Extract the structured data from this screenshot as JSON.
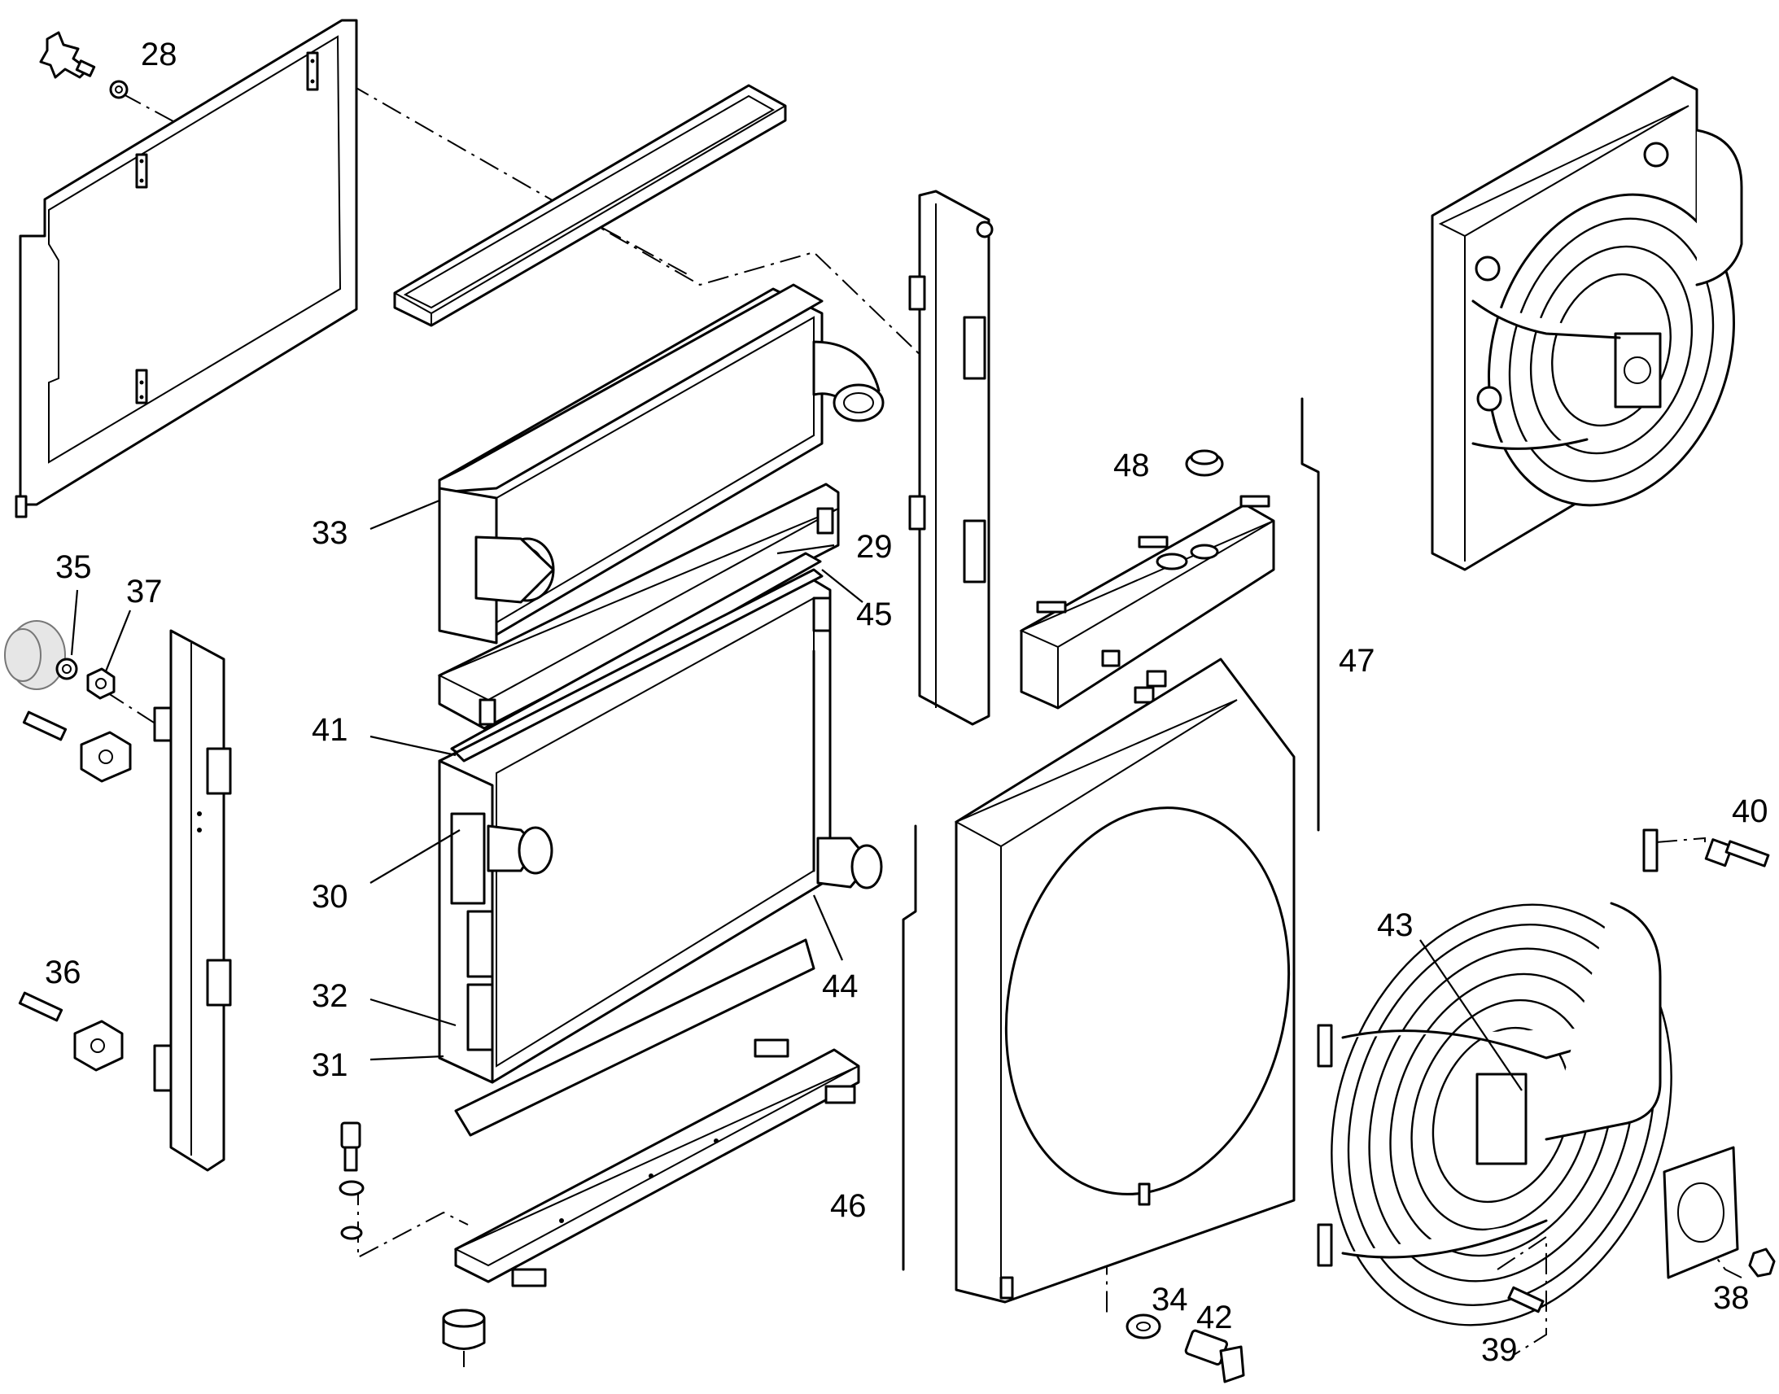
{
  "diagram": {
    "callouts": [
      {
        "id": "28"
      },
      {
        "id": "29"
      },
      {
        "id": "30"
      },
      {
        "id": "31"
      },
      {
        "id": "32"
      },
      {
        "id": "33"
      },
      {
        "id": "34"
      },
      {
        "id": "35"
      },
      {
        "id": "36"
      },
      {
        "id": "37"
      },
      {
        "id": "38"
      },
      {
        "id": "39"
      },
      {
        "id": "40"
      },
      {
        "id": "41"
      },
      {
        "id": "42"
      },
      {
        "id": "43"
      },
      {
        "id": "44"
      },
      {
        "id": "45"
      },
      {
        "id": "46"
      },
      {
        "id": "47"
      },
      {
        "id": "48"
      }
    ],
    "colors": {
      "line": "#000000",
      "background": "#ffffff",
      "rubber": "#e6e6e6"
    }
  }
}
